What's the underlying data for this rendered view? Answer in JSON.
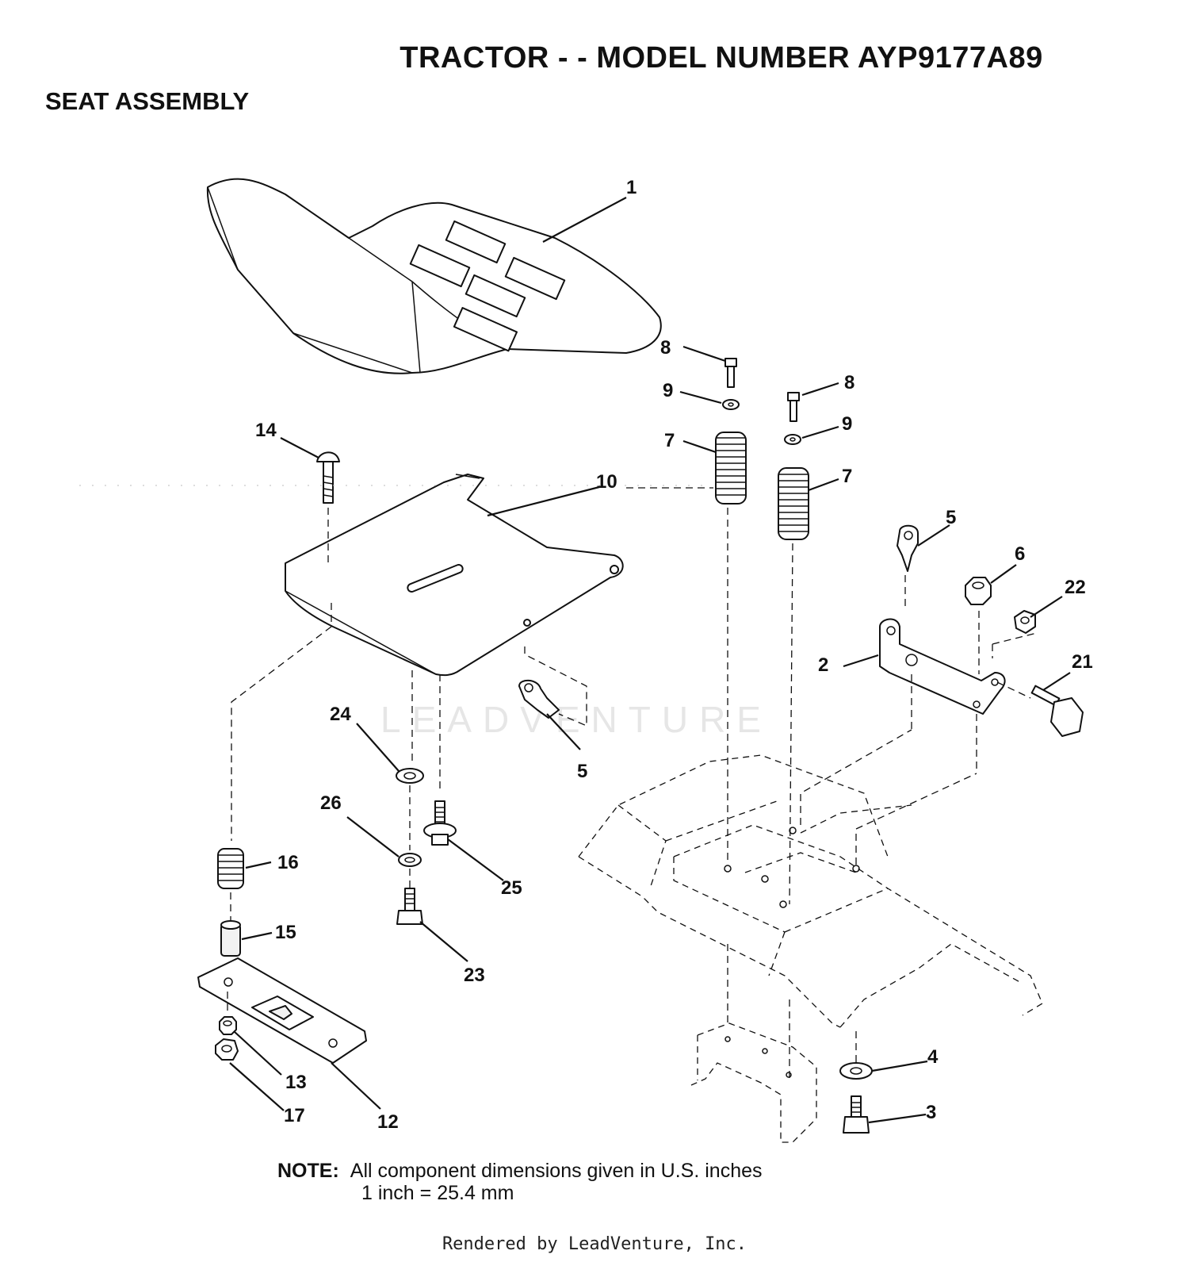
{
  "title": "TRACTOR - - MODEL NUMBER AYP9177A89",
  "subtitle": "SEAT ASSEMBLY",
  "callouts": {
    "c1": "1",
    "c2": "2",
    "c3": "3",
    "c4": "4",
    "c5a": "5",
    "c5b": "5",
    "c6": "6",
    "c7a": "7",
    "c7b": "7",
    "c8a": "8",
    "c8b": "8",
    "c9a": "9",
    "c9b": "9",
    "c10": "10",
    "c12": "12",
    "c13": "13",
    "c14": "14",
    "c15": "15",
    "c16": "16",
    "c17": "17",
    "c21": "21",
    "c22": "22",
    "c23": "23",
    "c24": "24",
    "c25": "25",
    "c26": "26"
  },
  "note": {
    "label": "NOTE:",
    "line1": "All component dimensions given in U.S. inches",
    "line2": "1 inch = 25.4 mm"
  },
  "watermark": "LEADVENTURE",
  "footer": "Rendered by LeadVenture, Inc."
}
